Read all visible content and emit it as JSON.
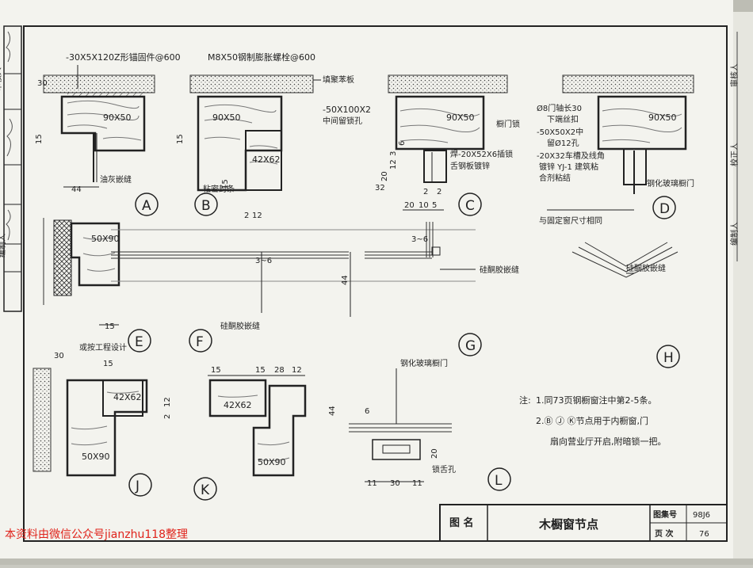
{
  "sheet": {
    "side_panel": [
      "审核人",
      "校正人",
      "编制人"
    ],
    "notes": {
      "title": "注:",
      "lines": [
        "1.同73页钢橱窗注中第2-5条。",
        "2.Ⓑ Ⓙ Ⓚ节点用于内橱窗,门",
        "扇向营业厅开启,附暗锁一把。"
      ]
    },
    "title_block": {
      "name_label": "图 名",
      "title": "木橱窗节点",
      "atlas_label": "图集号",
      "atlas_no": "98J6",
      "page_label": "页 次",
      "page_no": "76"
    },
    "watermark": "本资料由微信公众号jianzhu118整理"
  },
  "details": {
    "A": {
      "label": "A",
      "top": "-30X5X120Z形锚固件@600",
      "dims": [
        "30",
        "15",
        "44"
      ],
      "section": "90X50",
      "note": "油灰嵌缝"
    },
    "B": {
      "label": "B",
      "top": "M8X50钢制膨胀螺栓@600",
      "right": "填聚苯板",
      "section": "90X50",
      "section2": "42X62",
      "note": "粘密封条",
      "dims": [
        "15",
        "15",
        "2",
        "12"
      ]
    },
    "C": {
      "label": "C",
      "left1": "-50X100X2",
      "left2": "中间留锁孔",
      "section": "90X50",
      "right1": "橱门锁",
      "right2": "焊-20X52X6插锁",
      "right3": "舌钢板镀锌",
      "dims": [
        "32",
        "20",
        "12",
        "3",
        "6",
        "2",
        "2",
        "20",
        "10",
        "5"
      ]
    },
    "D": {
      "label": "D",
      "n1": "Ø8门轴长30",
      "n2": "下端丝扣",
      "n3": "-50X50X2中",
      "n4": "留Ø12孔",
      "n5": "-20X32车槽及线角",
      "n6": "镀锌 YJ-1 建筑粘",
      "n7": "合剂粘结",
      "section": "90X50",
      "right": "钢化玻璃橱门",
      "bottom": "与固定窗尺寸相同"
    },
    "E": {
      "label": "E",
      "section": "50X90",
      "dim": "15"
    },
    "F": {
      "label": "F",
      "gap": "3~6",
      "note": "硅酮胶嵌缝",
      "dim": "44"
    },
    "G": {
      "label": "G",
      "gap": "3~6",
      "note": "硅酮胶嵌缝"
    },
    "H": {
      "label": "H",
      "note": "硅酮胶嵌缝"
    },
    "J": {
      "label": "J",
      "note": "或按工程设计",
      "section": "42X62",
      "section2": "50X90",
      "dims": [
        "30",
        "15",
        "2",
        "12"
      ]
    },
    "K": {
      "label": "K",
      "section": "42X62",
      "section2": "50X90",
      "dims": [
        "15",
        "15",
        "28",
        "12"
      ]
    },
    "L": {
      "label": "L",
      "top": "钢化玻璃橱门",
      "note": "锁舌孔",
      "dims": [
        "44",
        "6",
        "20",
        "11",
        "30",
        "11"
      ]
    }
  }
}
